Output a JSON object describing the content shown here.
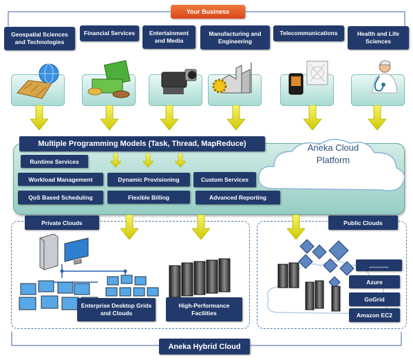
{
  "top": {
    "your_business": "Your Business"
  },
  "business": [
    {
      "label": "Geospatial Sciences and Technologies",
      "icon": "globe-map-icon"
    },
    {
      "label": "Financial Services",
      "icon": "money-icon"
    },
    {
      "label": "Entertainment and Media",
      "icon": "video-camera-icon"
    },
    {
      "label": "Manufacturing and Engineering",
      "icon": "factory-gear-icon"
    },
    {
      "label": "Telecommunications",
      "icon": "phone-antenna-icon"
    },
    {
      "label": "Health and Life Sciences",
      "icon": "doctor-icon"
    }
  ],
  "platform": {
    "title": "Multiple Programming Models (Task, Thread, MapReduce)",
    "cloud_line1": "Aneka Cloud",
    "cloud_line2": "Platform",
    "services": [
      "Runtime Services",
      "Workload Management",
      "Dynamic Provisioning",
      "Custom Services",
      "QoS Based Scheduling",
      "Flexible Billing",
      "Advanced Reporting"
    ]
  },
  "private": {
    "title": "Private Clouds",
    "desktop": "Enterprise Desktop Grids and Clouds",
    "hpc": "High-Performance Facilities"
  },
  "public": {
    "title": "Public Clouds",
    "providers": [
      "............",
      "Azure",
      "GoGrid",
      "Amazon EC2"
    ]
  },
  "bottom": {
    "hybrid": "Aneka Hybrid Cloud"
  },
  "colors": {
    "navy": "#223a6b",
    "orange": "#e0531b",
    "yellow_arrow": "#e8e400",
    "platform_teal": "#9fd3cb",
    "bracket_blue": "#7d96c0"
  }
}
